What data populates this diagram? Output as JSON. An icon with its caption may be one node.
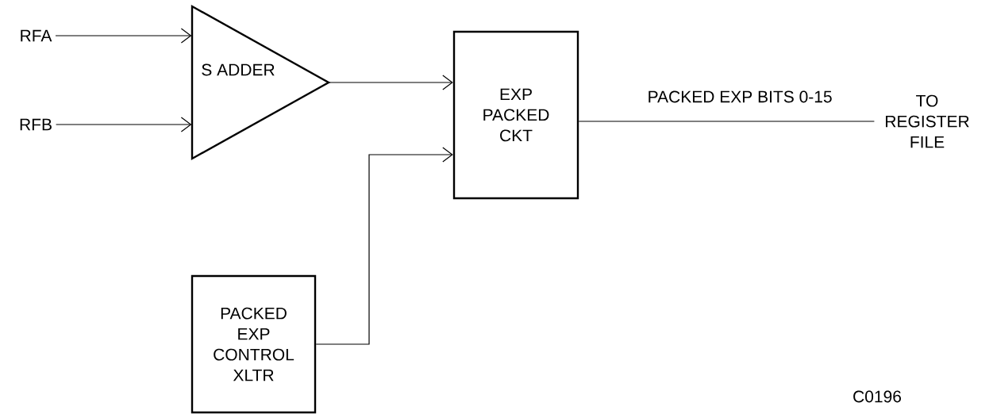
{
  "diagram": {
    "nodes": [
      {
        "text": [
          "RFA"
        ]
      },
      {
        "text": [
          "RFB"
        ]
      },
      {
        "text": [
          "S ADDER"
        ]
      },
      {
        "text": [
          "EXP PACKED CKT"
        ]
      },
      {
        "text": [
          "PACKED EXP CONTROL XLTR"
        ]
      },
      {
        "text": [
          "TO REGISTER FILE"
        ]
      }
    ],
    "edges": [
      {
        "from": 0,
        "to": 2,
        "arrow": "to"
      },
      {
        "from": 1,
        "to": 2,
        "arrow": "to"
      },
      {
        "from": 2,
        "to": 3,
        "arrow": "to"
      },
      {
        "from": 4,
        "to": 3,
        "arrow": "to"
      },
      {
        "from": 3,
        "to": 5,
        "arrow": "none",
        "label": "PACKED EXP BITS 0-15"
      }
    ],
    "labels": [
      "C0196"
    ]
  }
}
